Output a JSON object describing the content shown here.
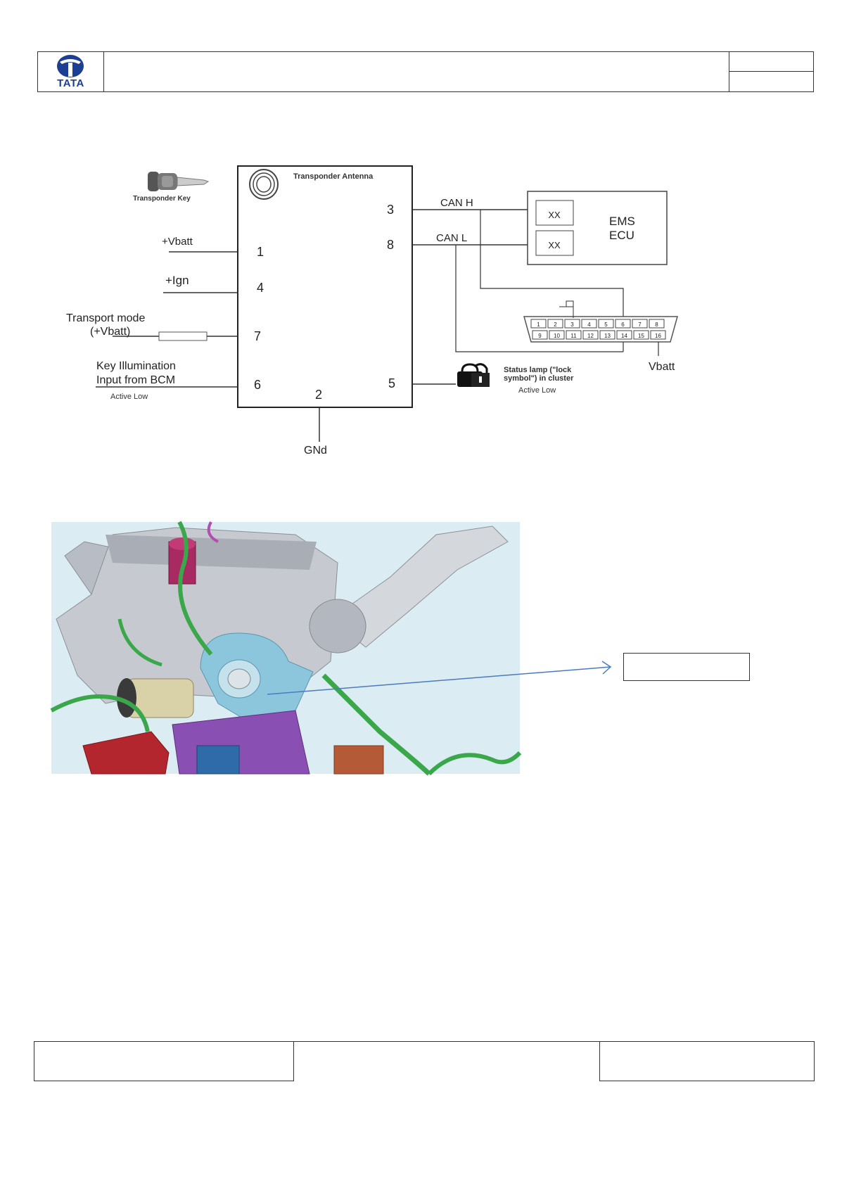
{
  "header": {
    "logo_text": "TATA",
    "title": "",
    "doc_no": "",
    "page_no": ""
  },
  "diagram": {
    "transponder_key_label": "Transponder Key",
    "antenna_label": "Transponder Antenna",
    "pin_labels": {
      "pin1": "1",
      "pin4": "4",
      "pin7": "7",
      "pin6": "6",
      "pin2": "2",
      "pin3": "3",
      "pin8": "8",
      "pin5": "5"
    },
    "inputs": {
      "vbatt": "+Vbatt",
      "ign": "+Ign",
      "transport_line1": "Transport mode",
      "transport_line2": "(+Vbatt)",
      "key_illum_line1": "Key Illumination",
      "key_illum_line2": "Input from BCM",
      "key_illum_note": "Active Low"
    },
    "ground_label": "GNd",
    "can_h": "CAN H",
    "can_l": "CAN L",
    "ecu": {
      "label_line1": "EMS",
      "label_line2": "ECU",
      "pin_box_1": "XX",
      "pin_box_2": "XX"
    },
    "obd_top_pins": [
      "1",
      "2",
      "3",
      "4",
      "5",
      "6",
      "7",
      "8"
    ],
    "obd_bottom_pins": [
      "9",
      "10",
      "11",
      "12",
      "13",
      "14",
      "15",
      "16"
    ],
    "obd_vbatt": "Vbatt",
    "status_lamp_line1": "Status lamp (\"lock",
    "status_lamp_line2": "symbol\") in cluster",
    "status_lamp_note": "Active Low"
  },
  "photo": {
    "callout_text": ""
  },
  "footer": {
    "left": "",
    "center": "",
    "right": ""
  },
  "colors": {
    "logo_blue": "#1c3f94",
    "wire_green": "#3aa84a",
    "immobilizer_blue": "#8cc6dd",
    "callout_arrow": "#4a7bbf"
  }
}
